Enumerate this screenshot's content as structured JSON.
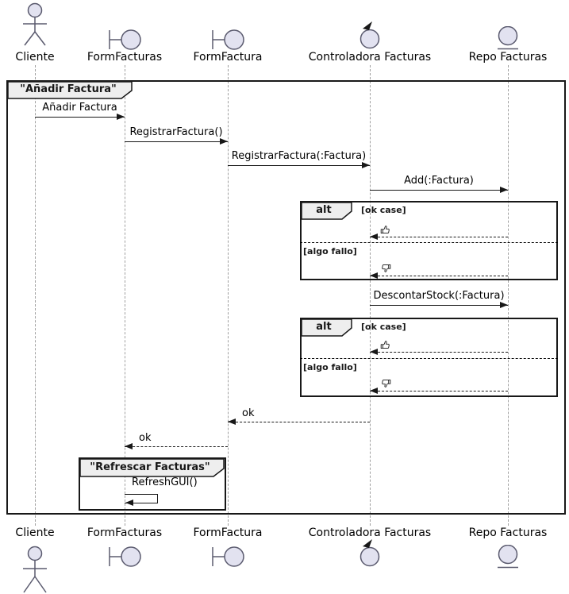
{
  "colors": {
    "participant_fill": "#E2E2F0",
    "stroke": "#181818",
    "frame_header_fill": "#EEEEEE",
    "lifeline": "#A0A0A0",
    "background": "#FFFFFF"
  },
  "frame": {
    "title": "\"Añadir Factura\""
  },
  "participants": [
    {
      "name": "Cliente",
      "icon": "actor-icon"
    },
    {
      "name": "FormFacturas",
      "icon": "boundary-icon"
    },
    {
      "name": "FormFactura",
      "icon": "boundary-icon"
    },
    {
      "name": "Controladora Facturas",
      "icon": "control-icon"
    },
    {
      "name": "Repo Facturas",
      "icon": "entity-icon"
    }
  ],
  "messages": {
    "anadir_factura": "Añadir Factura",
    "registrar_factura": "RegistrarFactura()",
    "registrar_factura_param": "RegistrarFactura(:Factura)",
    "add_factura": "Add(:Factura)",
    "descontar_stock": "DescontarStock(:Factura)",
    "ok": "ok",
    "refresh_gui": "RefreshGUI()"
  },
  "fragments": [
    {
      "label": "alt",
      "ok_guard": "[ok case]",
      "fail_guard": "[algo fallo]",
      "ok_icon": "thumbs-up-icon",
      "fail_icon": "thumbs-down-icon"
    },
    {
      "label": "alt",
      "ok_guard": "[ok case]",
      "fail_guard": "[algo fallo]",
      "ok_icon": "thumbs-up-icon",
      "fail_icon": "thumbs-down-icon"
    }
  ],
  "group": {
    "title": "\"Refrescar Facturas\""
  }
}
